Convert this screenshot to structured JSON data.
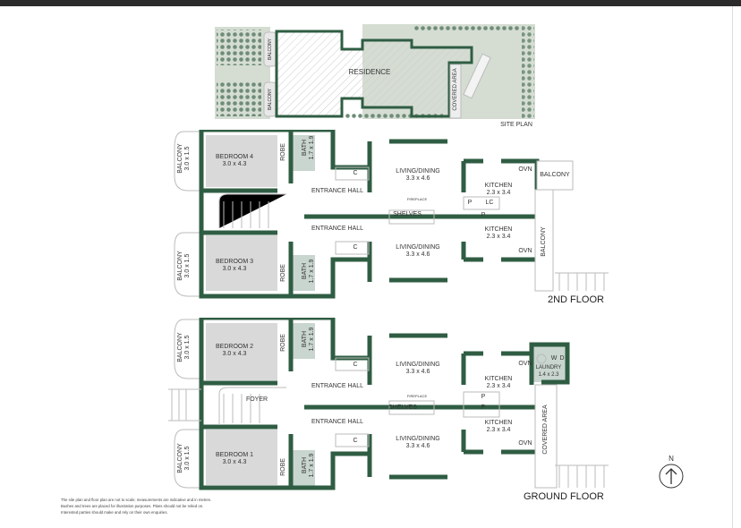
{
  "site_plan": {
    "title": "SITE PLAN",
    "residence": "RESIDENCE",
    "balcony": "BALCONY",
    "covered_area": "COVERED AREA"
  },
  "second_floor": {
    "title": "2ND FLOOR",
    "bedroom_top": {
      "name": "BEDROOM 4",
      "size": "3.0 x 4.3"
    },
    "bedroom_bottom": {
      "name": "BEDROOM 3",
      "size": "3.0 x 4.3"
    },
    "balcony_left": {
      "name": "BALCONY",
      "size": "3.0 x 1.5"
    },
    "robe": "ROBE",
    "bath": {
      "name": "BATH",
      "size": "1.7 x 1.9"
    },
    "closet": "C",
    "entrance_hall": "ENTRANCE HALL",
    "living": {
      "name": "LIVING/DINING",
      "size": "3.3 x 4.6"
    },
    "fireplace": "FIREPLACE",
    "shelves": "SHELVES",
    "kitchen": {
      "name": "KITCHEN",
      "size": "2.3 x 3.4"
    },
    "oven": "OVN",
    "pantry": "P",
    "lc": "LC",
    "balcony_right": "BALCONY"
  },
  "ground_floor": {
    "title": "GROUND FLOOR",
    "bedroom_top": {
      "name": "BEDROOM 2",
      "size": "3.0 x 4.3"
    },
    "bedroom_bottom": {
      "name": "BEDROOM 1",
      "size": "3.0 x 4.3"
    },
    "balcony_left": {
      "name": "BALCONY",
      "size": "3.0 x 1.5"
    },
    "robe": "ROBE",
    "bath": {
      "name": "BATH",
      "size": "1.7 x 1.9"
    },
    "closet": "C",
    "entrance_hall": "ENTRANCE HALL",
    "foyer": "FOYER",
    "living": {
      "name": "LIVING/DINING",
      "size": "3.3 x 4.6"
    },
    "fireplace": "FIREPLACE",
    "shelves": "SHELVES",
    "kitchen": {
      "name": "KITCHEN",
      "size": "2.3 x 3.4"
    },
    "oven": "OVN",
    "pantry": "P",
    "laundry": {
      "name": "LAUNDRY",
      "size": "1.4 x 2.3",
      "w": "W",
      "d": "D"
    },
    "covered_area": "COVERED AREA"
  },
  "north_arrow": "N",
  "disclaimer": [
    "The site plan and floor plan are not to scale; measurements are indicative and in metres.",
    "Bushes and trees are placed for illustration purposes. Plans should not be relied on.",
    "Interested parties should make and rely on their own enquiries."
  ],
  "colors": {
    "wall": "#2f5d43",
    "grass": "#d5ddd3",
    "room_fill": "#d9d9d9"
  }
}
